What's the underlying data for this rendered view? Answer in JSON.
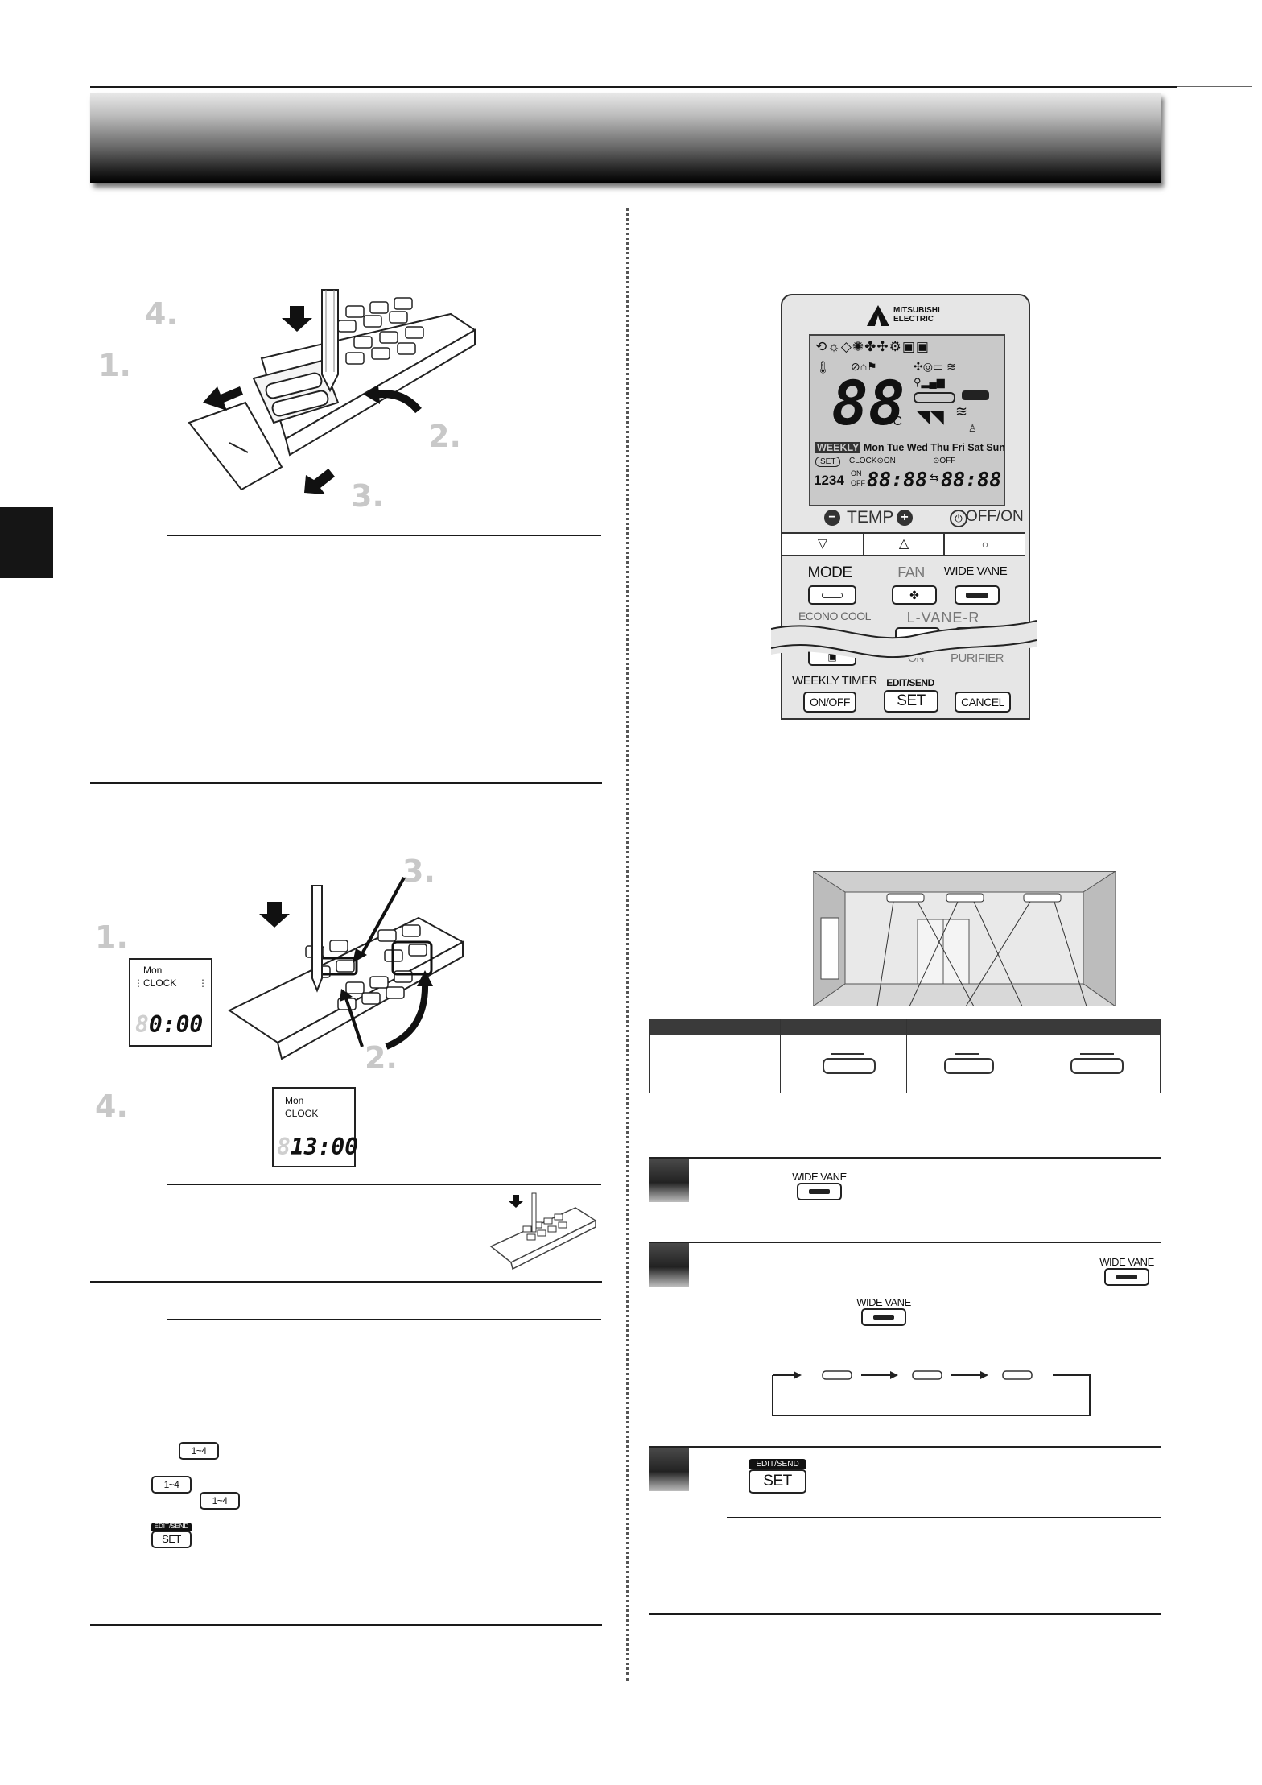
{
  "step_labels": {
    "battery": {
      "s1": "1.",
      "s2": "2.",
      "s3": "3.",
      "s4": "4."
    },
    "clock": {
      "s1": "1.",
      "s2": "2.",
      "s3": "3.",
      "s4": "4."
    }
  },
  "clock_lcd_before": {
    "day": "Mon",
    "label": "CLOCK",
    "time": "0:00",
    "ghost_digit": "8"
  },
  "clock_lcd_after": {
    "day": "Mon",
    "label": "CLOCK",
    "time": "13:00",
    "ghost_digit": "8"
  },
  "remote": {
    "brand_line1": "MITSUBISHI",
    "brand_line2": "ELECTRIC",
    "temp_display": "88",
    "temp_unit": "°C",
    "days": [
      "WEEKLY",
      "Mon",
      "Tue",
      "Wed",
      "Thu",
      "Fri",
      "Sat",
      "Sun"
    ],
    "set_tag": "SET",
    "clock_on": "CLOCK⊙ON",
    "off_tag": "⊙OFF",
    "digits_1234": "1234",
    "on_small": "ON",
    "off_small": "OFF",
    "time_left": "88:88",
    "time_right": "88:88",
    "arrow": "⇆",
    "minus_sign": "−",
    "plus_sign": "+",
    "temp_label": "TEMP",
    "power_label": "OFF/ON",
    "down_symbol": "▽",
    "up_symbol": "△",
    "circle_symbol": "○",
    "mode": "MODE",
    "fan": "FAN",
    "wide_vane": "WIDE VANE",
    "econo_cool": "ECONO COOL",
    "l_vane_r": "L-VANE-R",
    "on_partial": "ON",
    "purifier": "PURIFIER",
    "weekly_timer": "WEEKLY TIMER",
    "on_off": "ON/OFF",
    "edit_send": "EDIT/SEND",
    "set": "SET",
    "cancel": "CANCEL"
  },
  "inline_keys": {
    "wide_vane": "WIDE VANE",
    "edit_send": "EDIT/SEND",
    "set": "SET",
    "range_key": "1~4"
  },
  "colors": {
    "header_dark": "#000000",
    "header_light": "#e9e9e9",
    "lcd_bg": "#c9c9c9",
    "remote_body": "#e4e4e4",
    "gray_step": "#c8c8c8"
  }
}
